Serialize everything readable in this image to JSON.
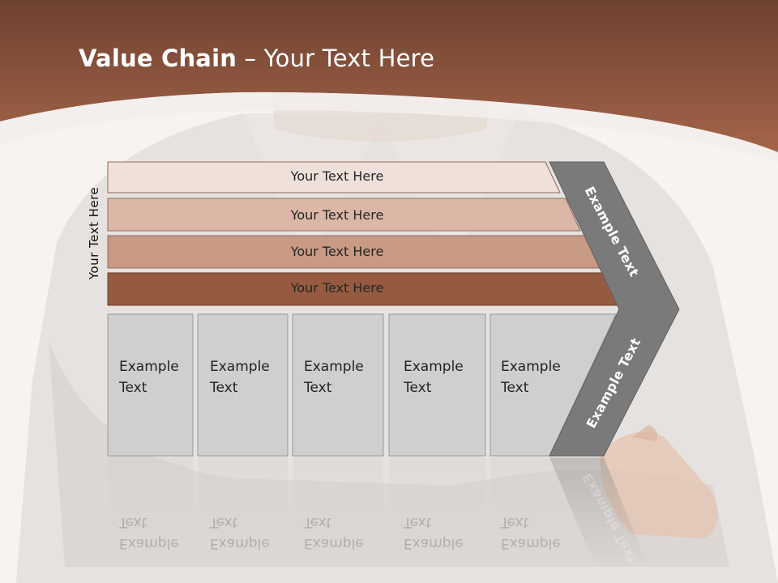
{
  "slide": {
    "title_bold": "Value Chain",
    "title_rest": " – Your Text Here",
    "vertical_label": "Your Text Here",
    "bars": [
      {
        "label": "Your Text Here"
      },
      {
        "label": "Your Text Here"
      },
      {
        "label": "Your Text Here"
      },
      {
        "label": "Your Text Here"
      }
    ],
    "columns": [
      {
        "label": "Example\nText"
      },
      {
        "label": "Example\nText"
      },
      {
        "label": "Example\nText"
      },
      {
        "label": "Example\nText"
      },
      {
        "label": "Example\nText"
      }
    ],
    "chevron_top_label": "Example Text",
    "chevron_bottom_label": "Example Text"
  },
  "colors": {
    "header": "#955a40",
    "bar1": "#efe0d9",
    "bar2": "#dcb7a7",
    "bar3": "#c99a83",
    "bar4": "#955a40",
    "column_fill": "#cfcfcf",
    "chevron": "#7a7a7a"
  }
}
